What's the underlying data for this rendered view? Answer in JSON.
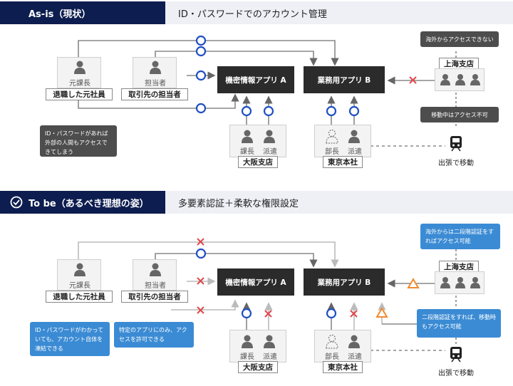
{
  "asis": {
    "tag": "As-is（現状）",
    "title": "ID・パスワードでのアカウント管理",
    "former_role": "元課長",
    "former_label": "退職した元社員",
    "partner_role": "担当者",
    "partner_label": "取引先の担当者",
    "app_a": "機密情報アプリ A",
    "app_b": "業務用アプリ B",
    "osaka": {
      "label": "大阪支店",
      "roles": [
        "課長",
        "派遣"
      ]
    },
    "tokyo": {
      "label": "東京本社",
      "roles": [
        "部長",
        "派遣"
      ]
    },
    "shanghai": "上海支店",
    "travel": "出張で移動",
    "note_left": "ID・パスワードがあれば外部の人間もアクセスできてしまう",
    "note_overseas": "海外からアクセスできない",
    "note_moving": "移動中はアクセス不可"
  },
  "tobe": {
    "tag": "To be（あるべき理想の姿）",
    "title": "多要素認証＋柔軟な権限設定",
    "former_role": "元課長",
    "former_label": "退職した元社員",
    "partner_role": "担当者",
    "partner_label": "取引先の担当者",
    "app_a": "機密情報アプリ A",
    "app_b": "業務用アプリ B",
    "osaka": {
      "label": "大阪支店",
      "roles": [
        "課長",
        "派遣"
      ]
    },
    "tokyo": {
      "label": "東京本社",
      "roles": [
        "部長",
        "派遣"
      ]
    },
    "shanghai": "上海支店",
    "travel": "出張で移動",
    "note_former": "ID・パスワードがわかっていても、アカウント自体を凍結できる",
    "note_partner": "特定のアプリにのみ、アクセスを許可できる",
    "note_overseas": "海外からは二段階認証をすればアクセス可能",
    "note_moving": "二段階認証をすれば、移動時もアクセス可能"
  },
  "colors": {
    "navy": "#0d1d4f",
    "ok": "#1f4fc4",
    "ng": "#e0474c",
    "warn": "#ef8a2e",
    "note_blue": "#3b8bd4",
    "note_dark": "#4d4d4d"
  }
}
